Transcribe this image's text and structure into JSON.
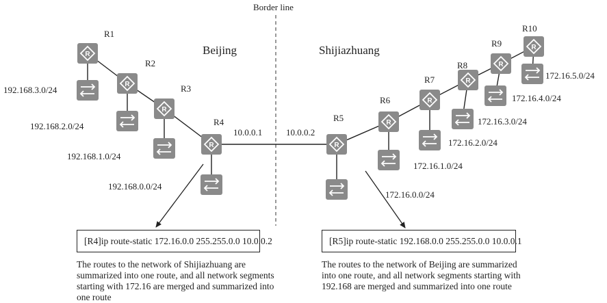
{
  "border_label": "Border line",
  "regions": {
    "beijing": "Beijing",
    "shijiazhuang": "Shijiazhuang"
  },
  "routers": {
    "r1": "R1",
    "r2": "R2",
    "r3": "R3",
    "r4": "R4",
    "r5": "R5",
    "r6": "R6",
    "r7": "R7",
    "r8": "R8",
    "r9": "R9",
    "r10": "R10"
  },
  "networks": {
    "n_192_168_3": "192.168.3.0/24",
    "n_192_168_2": "192.168.2.0/24",
    "n_192_168_1": "192.168.1.0/24",
    "n_192_168_0": "192.168.0.0/24",
    "n_172_16_0": "172.16.0.0/24",
    "n_172_16_1": "172.16.1.0/24",
    "n_172_16_2": "172.16.2.0/24",
    "n_172_16_3": "172.16.3.0/24",
    "n_172_16_4": "172.16.4.0/24",
    "n_172_16_5": "172.16.5.0/24"
  },
  "link_ips": {
    "r4_side": "10.0.0.1",
    "r5_side": "10.0.0.2"
  },
  "commands": {
    "r4": "[R4]ip route-static 172.16.0.0 255.255.0.0 10.0.0.2",
    "r5": "[R5]ip route-static 192.168.0.0 255.255.0.0 10.0.0.1"
  },
  "captions": {
    "left": "The routes to the network of Shijiazhuang are summarized into one route, and all network segments starting with 172.16 are merged and summarized into one route",
    "right": "The routes to the network of Beijing are summarized into one route, and all network segments starting with 192.168 are merged and summarized into one route"
  },
  "icons": {
    "router": "router-icon",
    "switch": "switch-icon"
  },
  "colors": {
    "device_fill": "#8a8a8a",
    "device_glyph": "#ffffff",
    "line": "#222222"
  }
}
